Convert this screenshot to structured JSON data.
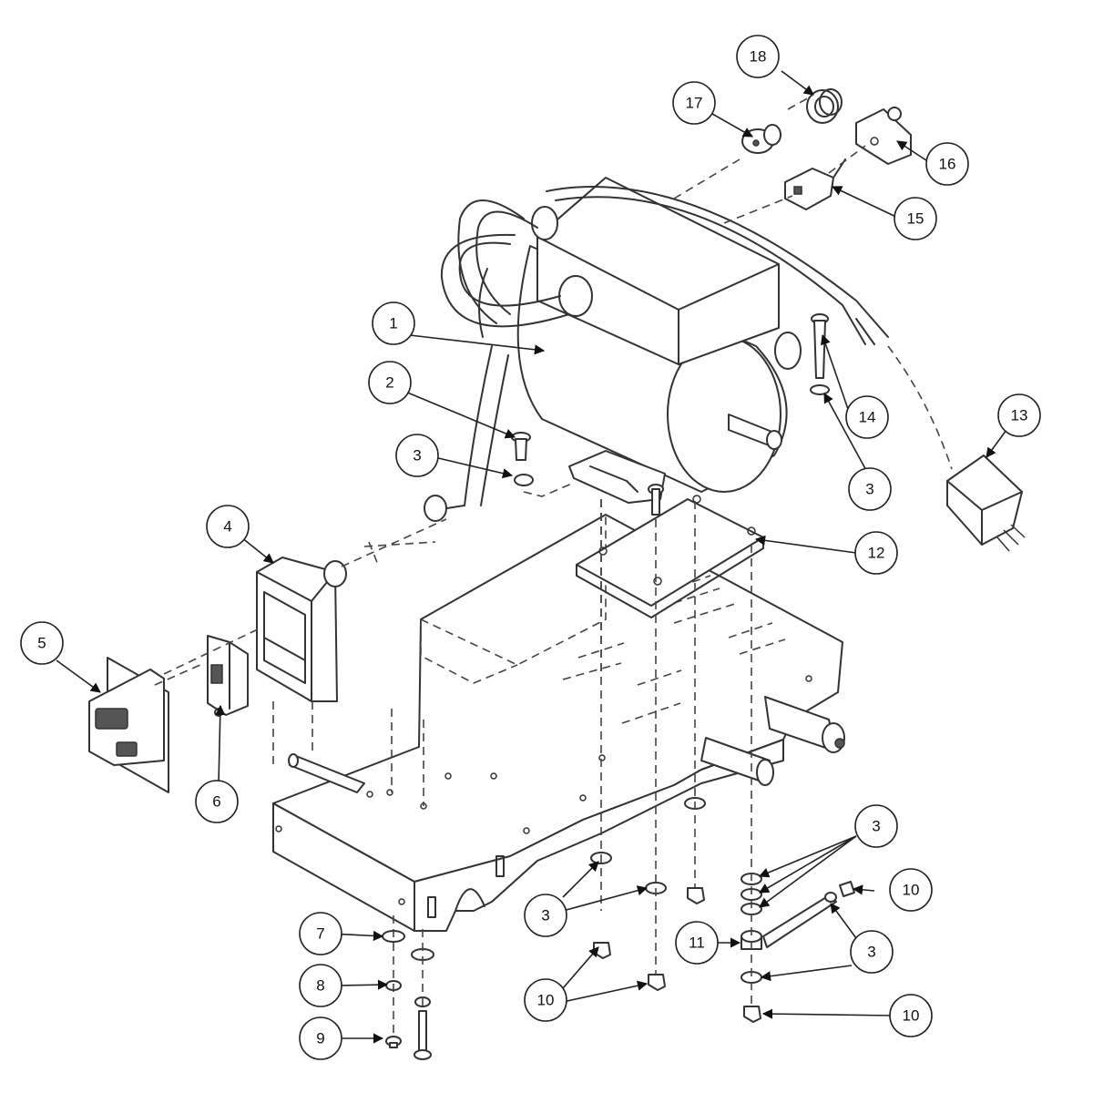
{
  "callouts": [
    {
      "id": "callout-1",
      "number": "1"
    },
    {
      "id": "callout-2",
      "number": "2"
    },
    {
      "id": "callout-3a",
      "number": "3"
    },
    {
      "id": "callout-3b",
      "number": "3"
    },
    {
      "id": "callout-3c",
      "number": "3"
    },
    {
      "id": "callout-3d",
      "number": "3"
    },
    {
      "id": "callout-3e",
      "number": "3"
    },
    {
      "id": "callout-4",
      "number": "4"
    },
    {
      "id": "callout-5",
      "number": "5"
    },
    {
      "id": "callout-6",
      "number": "6"
    },
    {
      "id": "callout-7",
      "number": "7"
    },
    {
      "id": "callout-8",
      "number": "8"
    },
    {
      "id": "callout-9",
      "number": "9"
    },
    {
      "id": "callout-10a",
      "number": "10"
    },
    {
      "id": "callout-10b",
      "number": "10"
    },
    {
      "id": "callout-10c",
      "number": "10"
    },
    {
      "id": "callout-11",
      "number": "11"
    },
    {
      "id": "callout-12",
      "number": "12"
    },
    {
      "id": "callout-13",
      "number": "13"
    },
    {
      "id": "callout-14",
      "number": "14"
    },
    {
      "id": "callout-15",
      "number": "15"
    },
    {
      "id": "callout-16",
      "number": "16"
    },
    {
      "id": "callout-17",
      "number": "17"
    },
    {
      "id": "callout-18",
      "number": "18"
    }
  ]
}
